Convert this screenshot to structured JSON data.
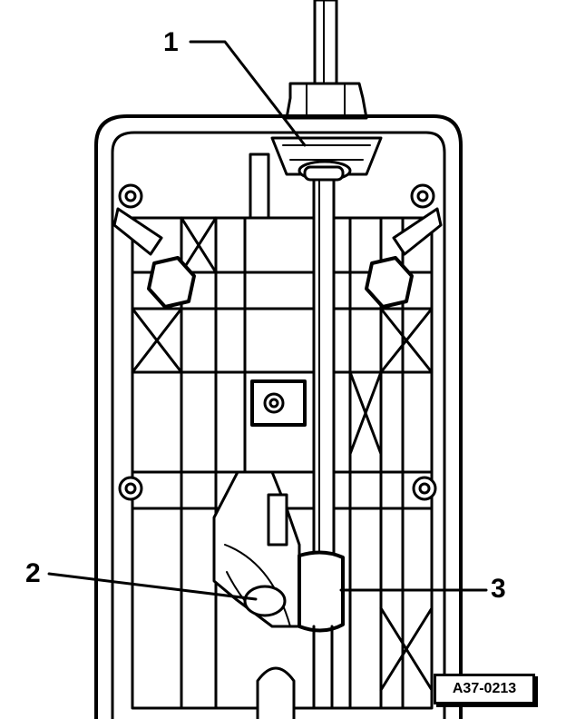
{
  "figure": {
    "callouts": [
      {
        "id": "1",
        "label": "1"
      },
      {
        "id": "2",
        "label": "2"
      },
      {
        "id": "3",
        "label": "3"
      }
    ],
    "reference_code": "A37-0213"
  }
}
